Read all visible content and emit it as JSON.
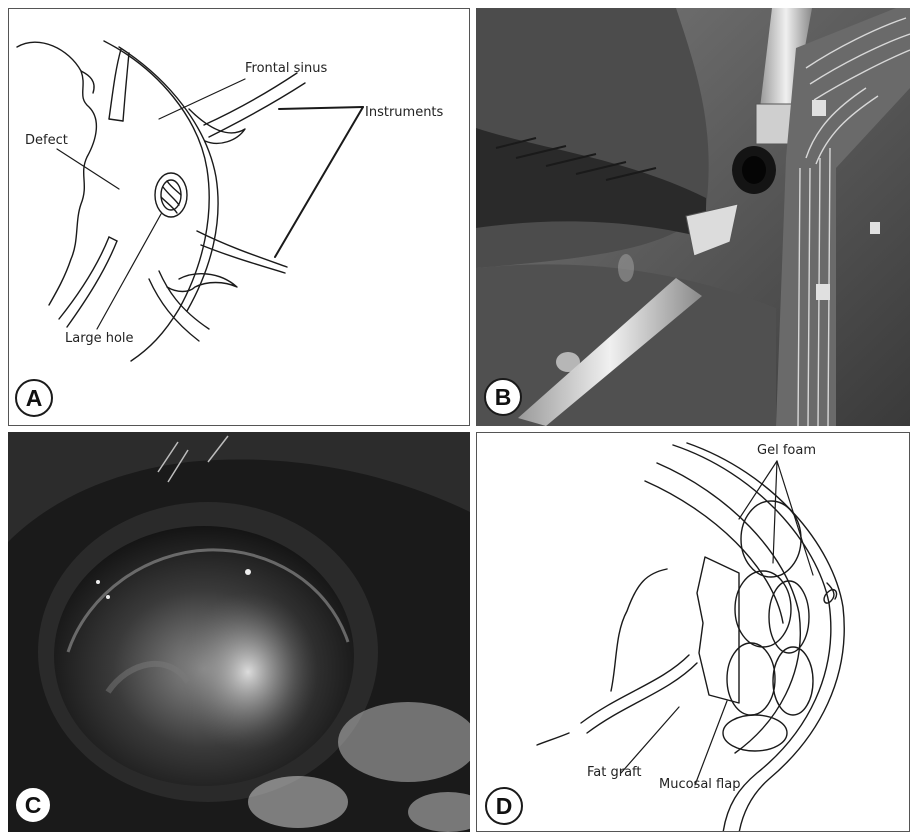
{
  "panels": {
    "A": {
      "badge": "A",
      "labels": {
        "frontal_sinus": "Frontal sinus",
        "instruments": "Instruments",
        "defect": "Defect",
        "large_hole": "Large hole"
      }
    },
    "B": {
      "badge": "B"
    },
    "C": {
      "badge": "C"
    },
    "D": {
      "badge": "D",
      "labels": {
        "gel_foam": "Gel foam",
        "fat_graft": "Fat graft",
        "mucosal_flap": "Mucosal flap"
      }
    }
  },
  "colors": {
    "line": "#1a1a1a",
    "photo_dark": "#1c1c1c",
    "photo_mid": "#6e6e6e"
  }
}
